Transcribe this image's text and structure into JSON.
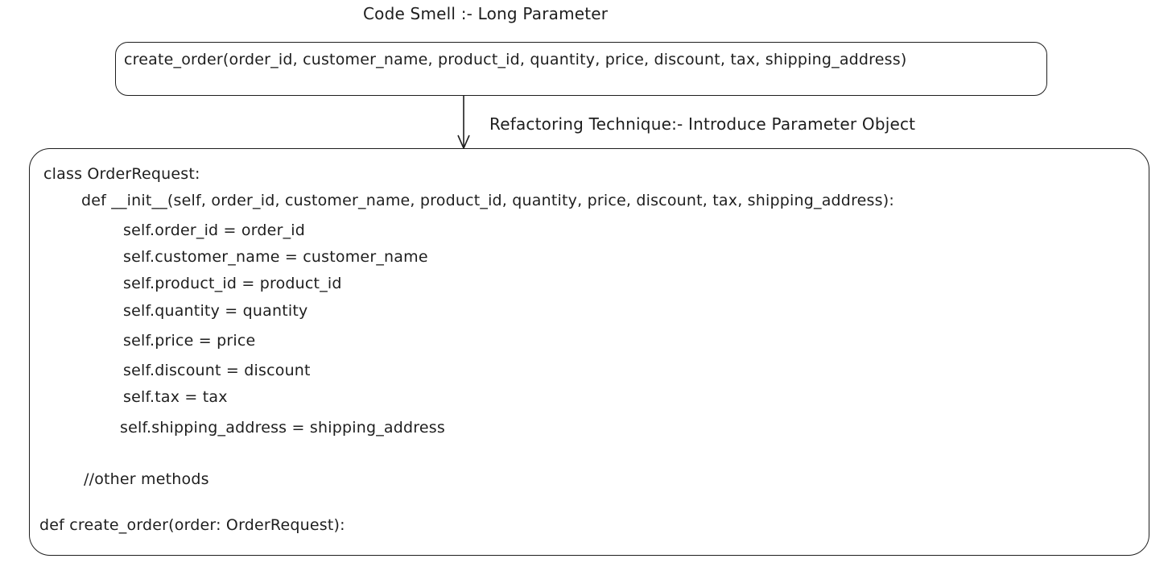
{
  "title": "Code Smell :- Long Parameter",
  "before": {
    "signature": "create_order(order_id, customer_name, product_id, quantity, price, discount, tax, shipping_address)"
  },
  "arrow_label": "Refactoring Technique:- Introduce Parameter Object",
  "after": {
    "lines": [
      "class OrderRequest:",
      "def __init__(self, order_id, customer_name, product_id, quantity, price, discount, tax, shipping_address):",
      "self.order_id = order_id",
      "self.customer_name = customer_name",
      "self.product_id = product_id",
      "self.quantity = quantity",
      "self.price = price",
      "self.discount = discount",
      "self.tax = tax",
      "self.shipping_address = shipping_address",
      "//other methods",
      "def create_order(order: OrderRequest):"
    ]
  }
}
